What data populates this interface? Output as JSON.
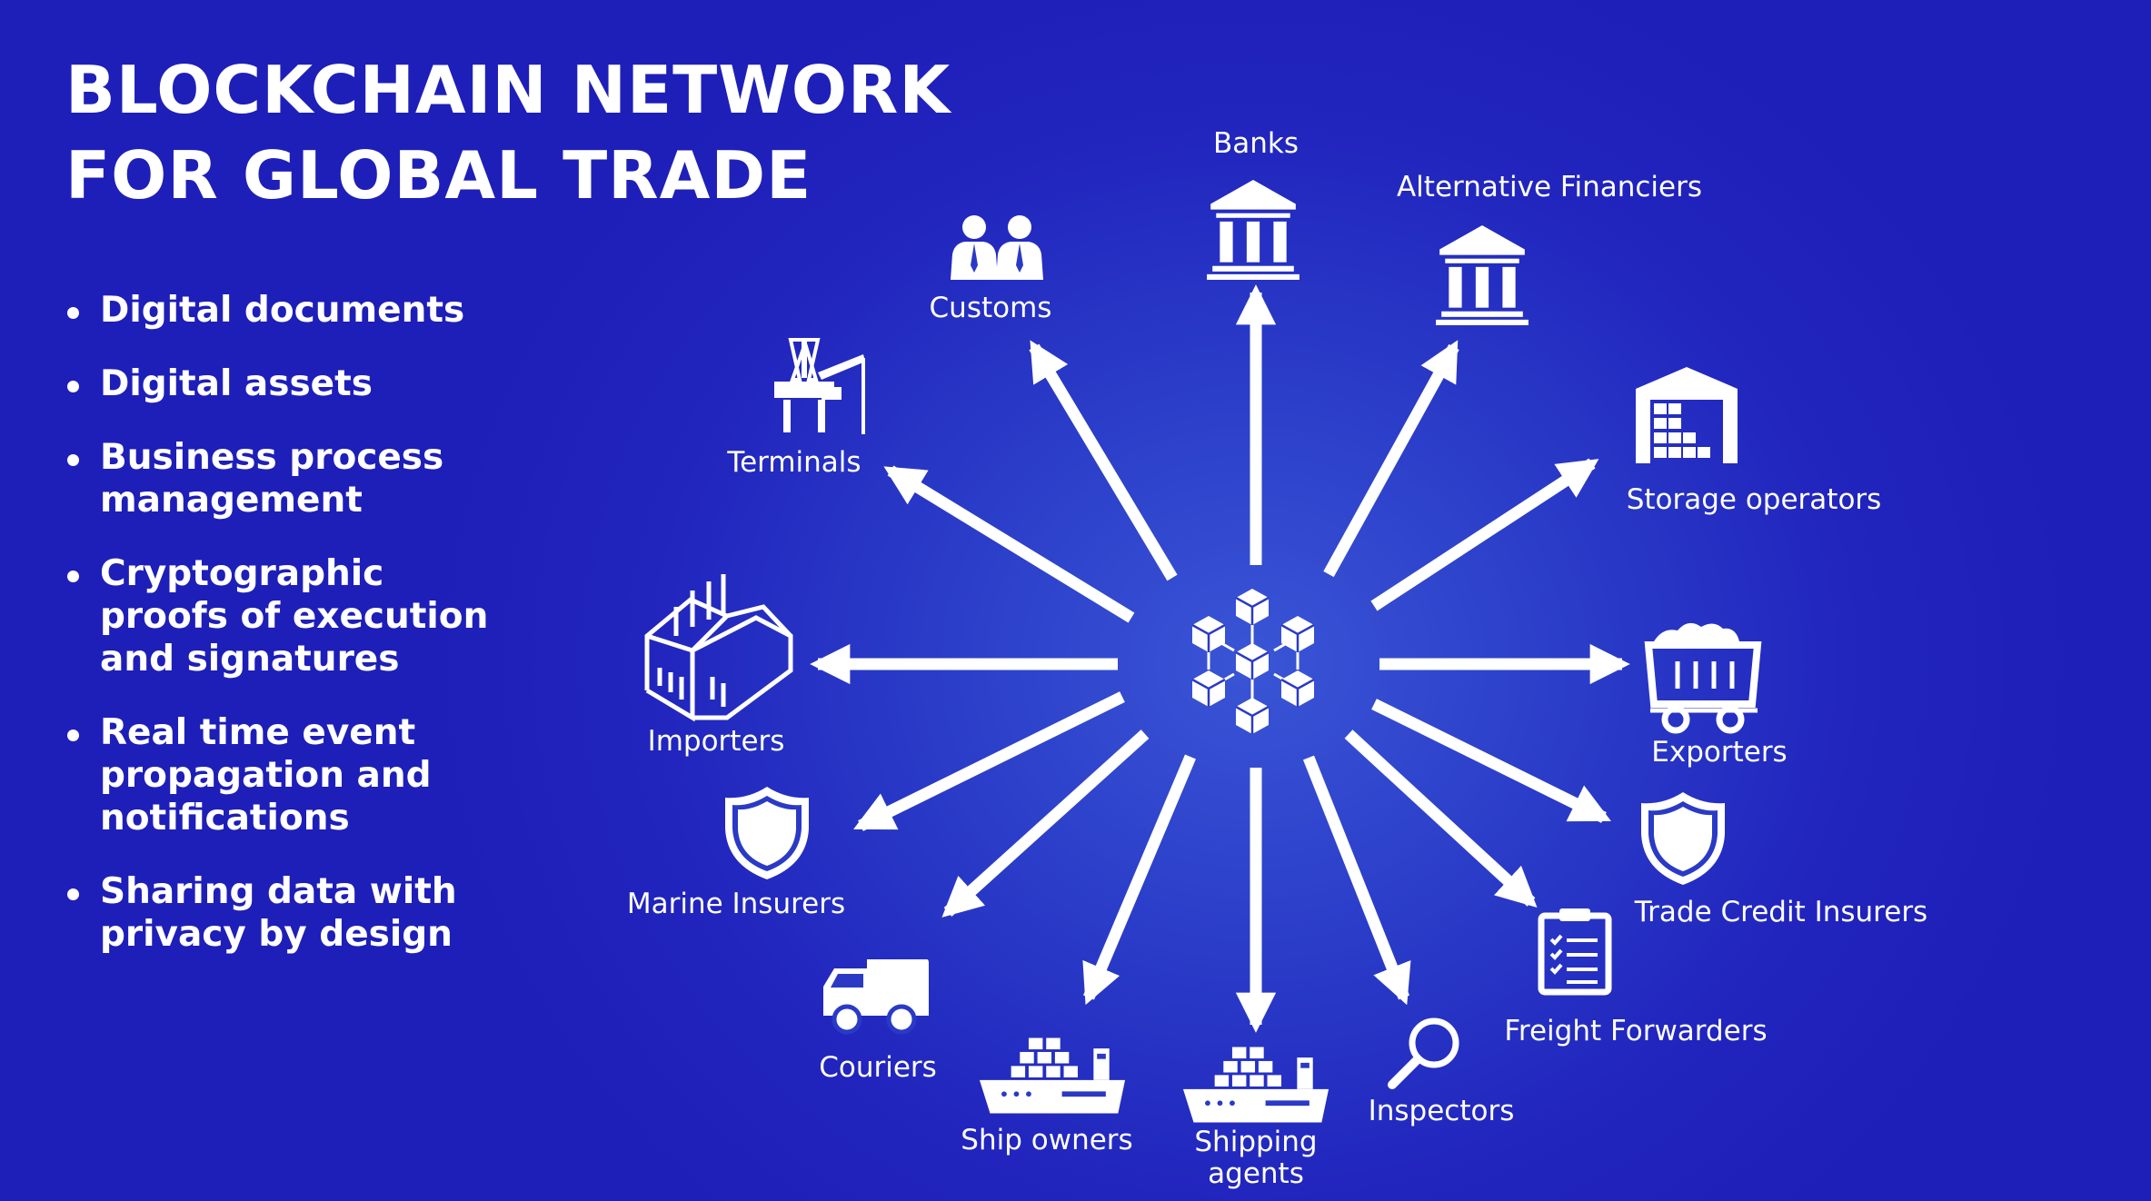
{
  "title": {
    "line1": "BLOCKCHAIN NETWORK",
    "line2": "FOR GLOBAL TRADE"
  },
  "bullets": [
    [
      "Digital documents"
    ],
    [
      "Digital assets"
    ],
    [
      "Business process",
      "management"
    ],
    [
      "Cryptographic",
      "proofs of execution",
      "and signatures"
    ],
    [
      "Real time event",
      "propagation and",
      "notifications"
    ],
    [
      "Sharing data with",
      "privacy by design"
    ]
  ],
  "center": {
    "icon": "blockchain-cubes-icon"
  },
  "nodes": [
    {
      "id": "banks",
      "label": "Banks",
      "icon": "bank-icon"
    },
    {
      "id": "alternative-financiers",
      "label": "Alternative Financiers",
      "icon": "bank-icon"
    },
    {
      "id": "storage-operators",
      "label": "Storage operators",
      "icon": "warehouse-icon"
    },
    {
      "id": "exporters",
      "label": "Exporters",
      "icon": "mine-cart-icon"
    },
    {
      "id": "trade-credit-insurers",
      "label": "Trade Credit Insurers",
      "icon": "shield-icon"
    },
    {
      "id": "freight-forwarders",
      "label": "Freight Forwarders",
      "icon": "clipboard-checklist-icon"
    },
    {
      "id": "inspectors",
      "label": "Inspectors",
      "icon": "magnifier-icon"
    },
    {
      "id": "shipping-agents",
      "label": "Shipping\nagents",
      "icon": "cargo-ship-icon"
    },
    {
      "id": "ship-owners",
      "label": "Ship owners",
      "icon": "cargo-ship-icon"
    },
    {
      "id": "couriers",
      "label": "Couriers",
      "icon": "delivery-truck-icon"
    },
    {
      "id": "marine-insurers",
      "label": "Marine Insurers",
      "icon": "shield-icon"
    },
    {
      "id": "importers",
      "label": "Importers",
      "icon": "factory-icon"
    },
    {
      "id": "terminals",
      "label": "Terminals",
      "icon": "oil-rig-crane-icon"
    },
    {
      "id": "customs",
      "label": "Customs",
      "icon": "people-icon"
    }
  ],
  "colors": {
    "background": "#2124bd",
    "foreground": "#ffffff"
  }
}
